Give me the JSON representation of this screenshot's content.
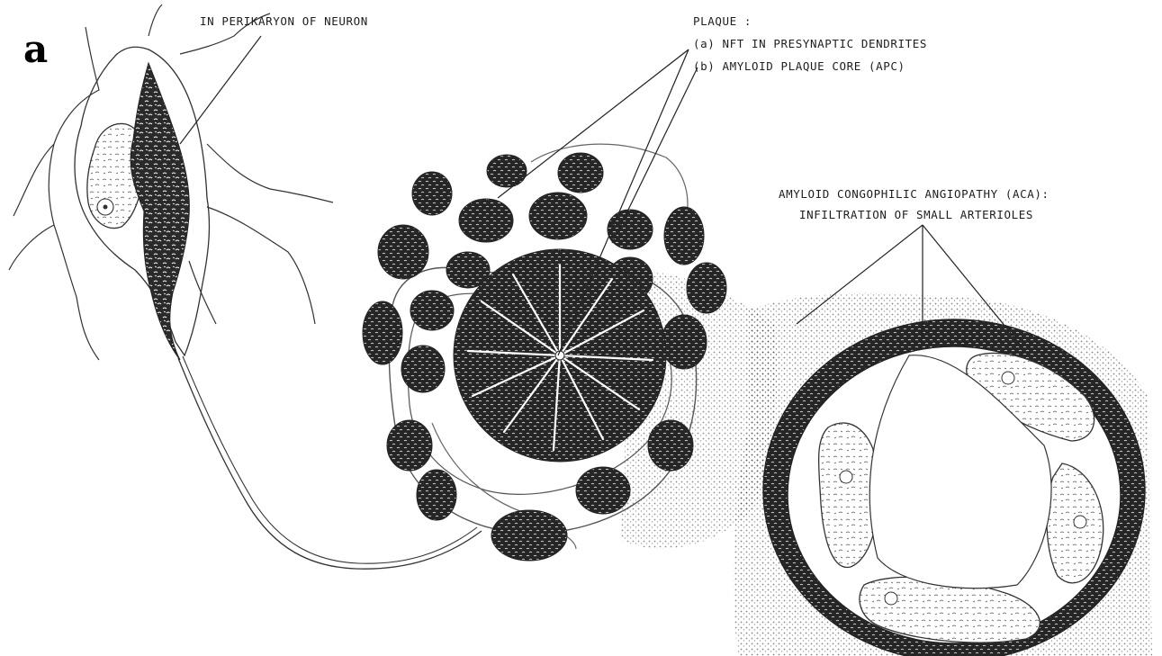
{
  "panel_letter": "a",
  "labels": {
    "perikaryon": "IN PERIKARYON OF NEURON",
    "plaque_title": "PLAQUE  :",
    "plaque_a": "(a) NFT IN PRESYNAPTIC DENDRITES",
    "plaque_b": "(b) AMYLOID PLAQUE CORE (APC)",
    "aca_line1": "AMYLOID CONGOPHILIC ANGIOPATHY (ACA):",
    "aca_line2": "INFILTRATION OF SMALL ARTERIOLES"
  },
  "colors": {
    "ink": "#1e1e1e",
    "paper": "#ffffff",
    "dark_fill": "#2a2a2a"
  }
}
